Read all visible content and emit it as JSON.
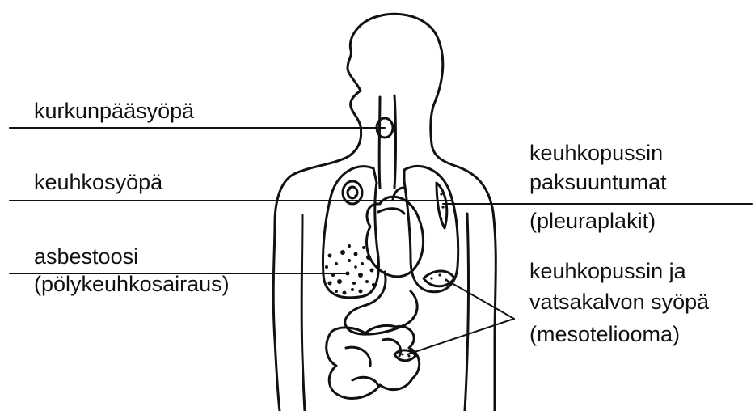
{
  "labels": {
    "larynx_cancer": "kurkunpääsyöpä",
    "lung_cancer": "keuhkosyöpä",
    "asbestosis_line1": "asbestoosi",
    "asbestosis_line2": "(pölykeuhkosairaus)",
    "pleural_plaques_line1": "keuhkopussin",
    "pleural_plaques_line2": "paksuuntumat",
    "pleural_plaques_line3": "(pleuraplakit)",
    "mesothelioma_line1": "keuhkopussin ja",
    "mesothelioma_line2": "vatsakalvon syöpä",
    "mesothelioma_line3": "(mesoteliooma)"
  },
  "colors": {
    "ink": "#111111",
    "background": "#ffffff"
  }
}
